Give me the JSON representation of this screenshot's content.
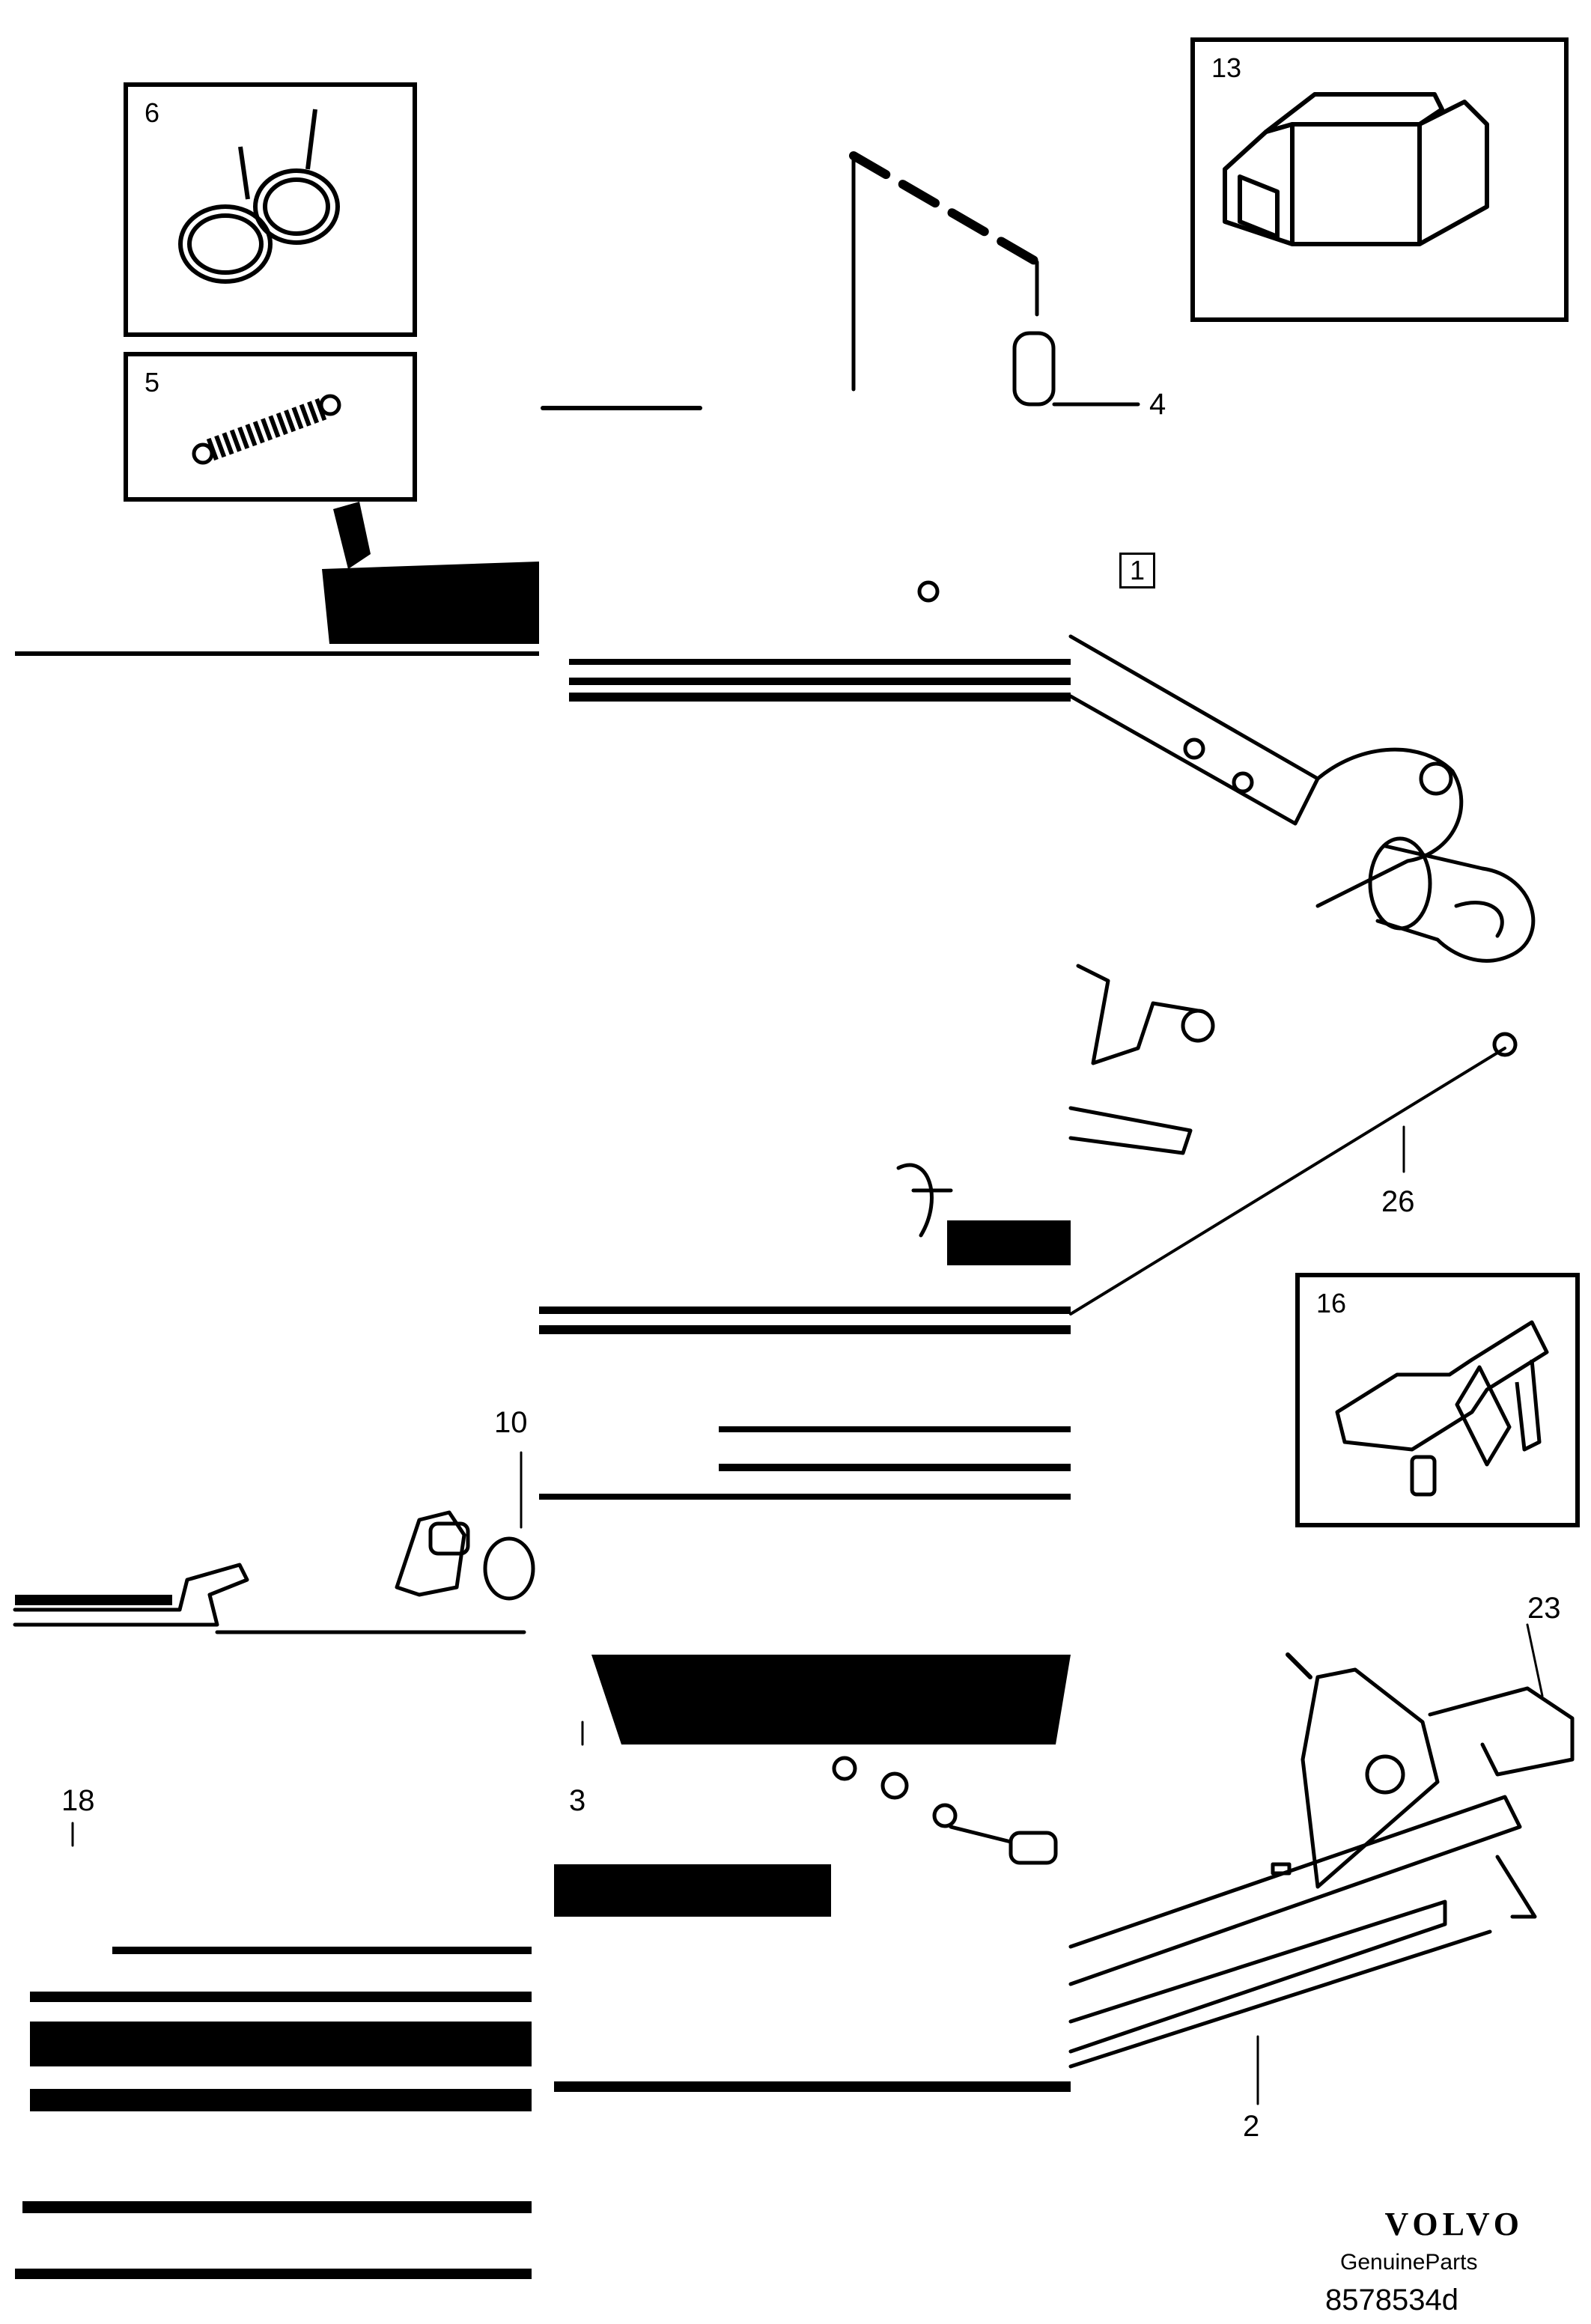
{
  "diagram": {
    "callouts": [
      "6",
      "5",
      "13",
      "4",
      "1",
      "26",
      "16",
      "10",
      "23",
      "18",
      "3",
      "2"
    ],
    "boxed_label": "1"
  },
  "brand": {
    "name": "VOLVO",
    "tagline": "GenuineParts",
    "code": "8578534d"
  },
  "icons": [
    "torsion-spring-icon",
    "extension-spring-icon",
    "connector-icon",
    "clip-icon"
  ]
}
